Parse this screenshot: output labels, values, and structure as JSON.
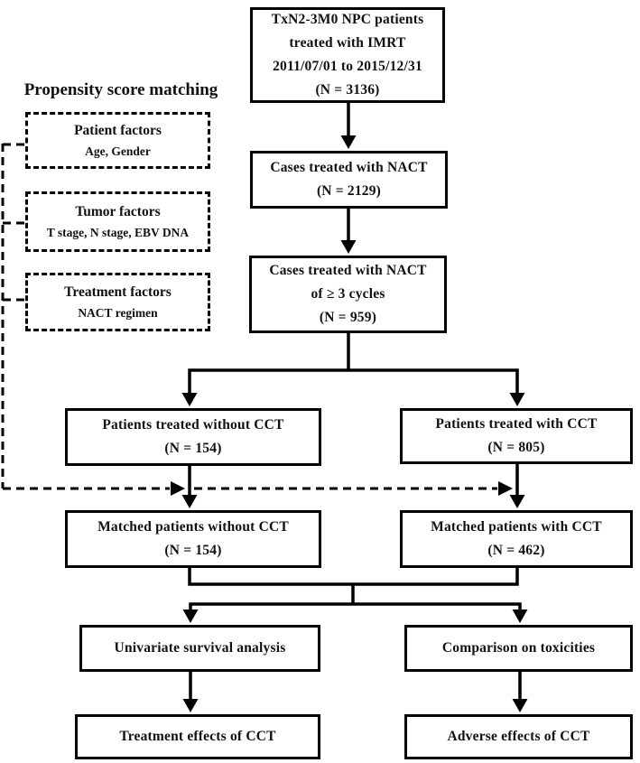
{
  "psm": {
    "heading": "Propensity score matching",
    "factors": [
      {
        "title": "Patient factors",
        "detail": "Age, Gender"
      },
      {
        "title": "Tumor factors",
        "detail": "T stage, N stage, EBV DNA"
      },
      {
        "title": "Treatment factors",
        "detail": "NACT regimen"
      }
    ]
  },
  "boxes": {
    "initial": [
      "TxN2-3M0 NPC patients",
      "treated with IMRT",
      "2011/07/01 to 2015/12/31",
      "(N = 3136)"
    ],
    "nact": [
      "Cases treated with NACT",
      "(N = 2129)"
    ],
    "nact_cycles": [
      "Cases treated with NACT",
      "of ≥ 3 cycles",
      "(N = 959)"
    ],
    "without_cct": [
      "Patients treated without CCT",
      "(N = 154)"
    ],
    "with_cct": [
      "Patients treated with CCT",
      "(N = 805)"
    ],
    "matched_without_cct": [
      "Matched patients without CCT",
      "(N = 154)"
    ],
    "matched_with_cct": [
      "Matched patients with CCT",
      "(N = 462)"
    ],
    "univariate": [
      "Univariate survival analysis"
    ],
    "toxicities": [
      "Comparison on toxicities"
    ],
    "treatment_effects": [
      "Treatment effects of CCT"
    ],
    "adverse_effects": [
      "Adverse effects of CCT"
    ]
  },
  "colors": {
    "line": "#000000",
    "background": "#ffffff",
    "text": "#111111"
  }
}
